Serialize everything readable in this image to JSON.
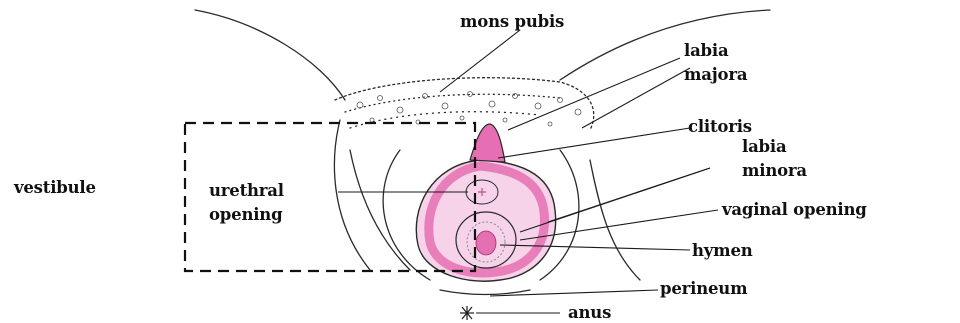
{
  "labels": {
    "mons_pubis": "mons pubis",
    "labia_majora_1": "labia",
    "labia_majora_2": "majora",
    "clitoris": "clitoris",
    "labia_minora_1": "labia",
    "labia_minora_2": "minora",
    "vestibule": "vestibule",
    "urethral_1": "urethral",
    "urethral_2": "opening",
    "vaginal_opening": "vaginal opening",
    "hymen": "hymen",
    "perineum": "perineum",
    "anus": "anus"
  },
  "colors": {
    "tissue_pink": "#e56fb2",
    "tissue_light": "#f6d3e8",
    "outline": "#2a2a2a"
  }
}
